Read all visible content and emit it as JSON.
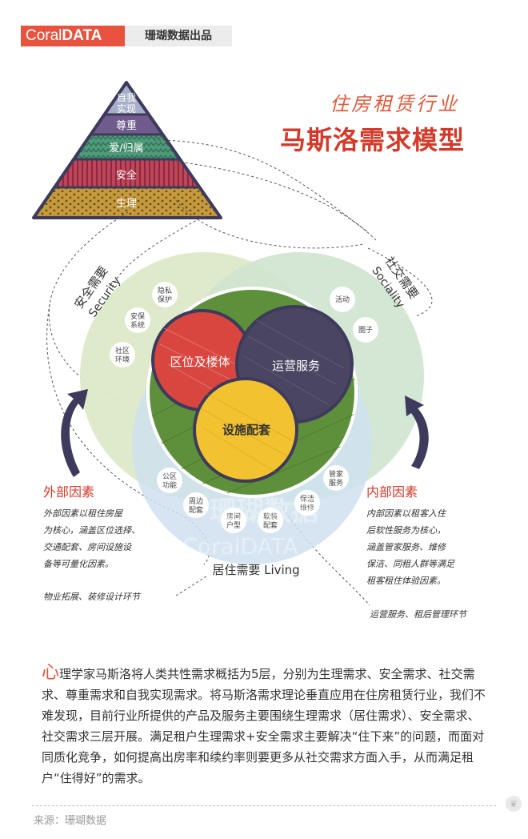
{
  "brand": {
    "logo_coral": "Coral",
    "logo_data": "DATA",
    "subtitle": "珊瑚数据出品"
  },
  "title": {
    "line1": "住房租赁行业",
    "line2": "马斯洛需求模型"
  },
  "pyramid": {
    "levels": [
      "自我实现",
      "尊重",
      "爱/归属",
      "安全",
      "生理"
    ],
    "level1_line1": "自我",
    "level1_line2": "实现"
  },
  "diagram": {
    "security_cn": "安全需要",
    "security_en": "Security",
    "social_cn": "社交需要",
    "social_en": "Sociality",
    "living": "居住需要 Living",
    "core": {
      "location": "区位及楼体",
      "operation": "运营服务",
      "facility": "设施配套"
    },
    "tags": {
      "privacy": [
        "隐私",
        "保护"
      ],
      "security_system": [
        "安保",
        "系统"
      ],
      "community_env": [
        "社区",
        "环境"
      ],
      "activity": "活动",
      "circle": "圈子",
      "butler": [
        "管家",
        "服务"
      ],
      "cleaning": [
        "保洁",
        "维修"
      ],
      "public": [
        "公区",
        "功能"
      ],
      "nearby": [
        "周边",
        "配套"
      ],
      "layout": [
        "房间",
        "户型"
      ],
      "soft": [
        "软装",
        "配套"
      ]
    },
    "external": {
      "title": "外部因素",
      "lines": [
        "外部因素以租住房屋",
        "为核心，涵盖区位选择、",
        "交通配套、房间设施设",
        "备等可量化因素。"
      ],
      "note": "物业拓展、装修设计环节"
    },
    "internal": {
      "title": "内部因素",
      "lines": [
        "内部因素以租客入住",
        "后软性服务为核心，",
        "涵盖管家服务、维修",
        "保洁、同租人群等满足",
        "租客租住体验因素。"
      ],
      "note": "运营服务、租后管理环节"
    },
    "watermark_cn": "珊瑚数据",
    "watermark_en": "CoralDATA"
  },
  "paragraph": {
    "cap": "心",
    "body": "理学家马斯洛将人类共性需求概括为5层，分别为生理需求、安全需求、社交需求、尊重需求和自我实现需求。将马斯洛需求理论垂直应用在住房租赁行业，我们不难发现，目前行业所提供的产品及服务主要围绕生理需求（居住需求）、安全需求、社交需求三层开展。满足租户生理需求+安全需求主要解决“住下来”的问题，而面对同质化竞争，如何提高出房率和续约率则要更多从社交需求方面入手，从而满足租户“住得好”的需求。"
  },
  "source": "来源：珊瑚数据",
  "colors": {
    "brand": "#e8533f",
    "pyramid_dark": "#3d3a5c",
    "red_circle": "#d9463f",
    "purple_circle": "#4a4560",
    "yellow_circle": "#f2c230",
    "green": "#5e8f3a"
  }
}
